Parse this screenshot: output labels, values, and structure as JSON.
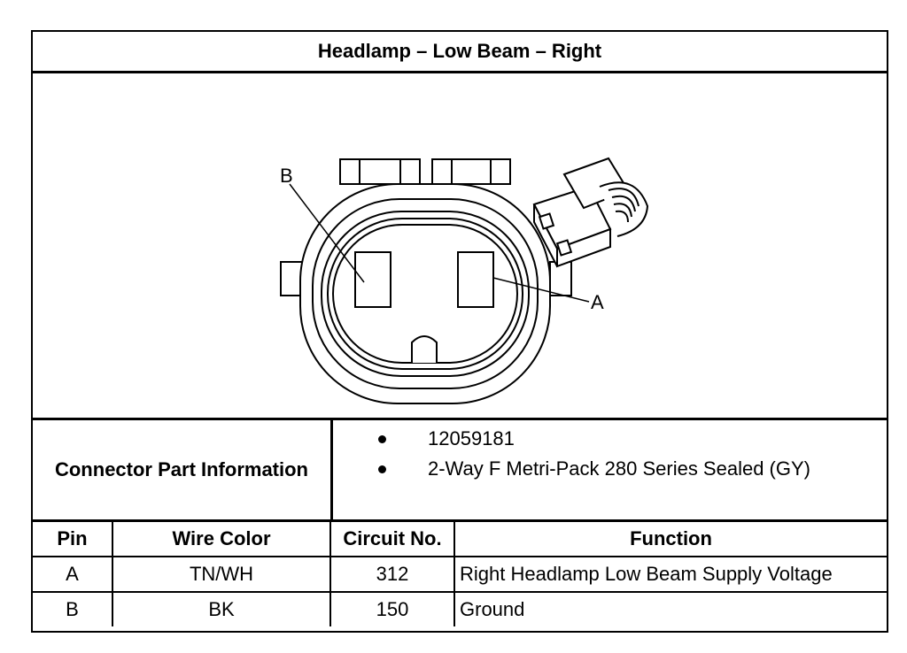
{
  "title": "Headlamp – Low Beam – Right",
  "diagram": {
    "label_a": "A",
    "label_b": "B"
  },
  "connector_info": {
    "label": "Connector Part Information",
    "items": [
      "12059181",
      "2-Way F Metri-Pack 280 Series Sealed (GY)"
    ]
  },
  "pin_table": {
    "headers": [
      "Pin",
      "Wire Color",
      "Circuit No.",
      "Function"
    ],
    "rows": [
      {
        "pin": "A",
        "wire_color": "TN/WH",
        "circuit": "312",
        "function": "Right Headlamp Low Beam Supply Voltage"
      },
      {
        "pin": "B",
        "wire_color": "BK",
        "circuit": "150",
        "function": "Ground"
      }
    ]
  }
}
